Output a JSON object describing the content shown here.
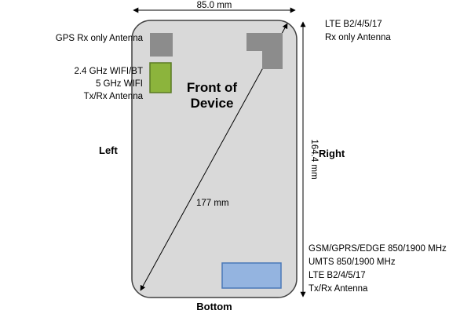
{
  "device": {
    "front_label_line1": "Front of",
    "front_label_line2": "Device"
  },
  "dimensions": {
    "width": "85.0 mm",
    "height": "164.4 mm",
    "diagonal": "177 mm"
  },
  "sides": {
    "left": "Left",
    "right": "Right",
    "bottom": "Bottom"
  },
  "antennas": {
    "gps": {
      "label": "GPS Rx only Antenna",
      "color": "#8c8c8c"
    },
    "wifi": {
      "label_lines": [
        "2.4 GHz WIFI/BT",
        "5 GHz WIFI",
        "Tx/Rx Antenna"
      ],
      "color": "#8cb43c",
      "border": "#5a7a24"
    },
    "lte_rx": {
      "label_lines": [
        "LTE B2/4/5/17",
        "Rx only Antenna"
      ],
      "color": "#8c8c8c"
    },
    "main": {
      "label_lines": [
        "GSM/GPRS/EDGE 850/1900 MHz",
        "UMTS 850/1900 MHz",
        "LTE B2/4/5/17",
        "Tx/Rx Antenna"
      ],
      "color": "#94b4e0",
      "border": "#4a78b8"
    }
  },
  "colors": {
    "device_fill": "#d9d9d9",
    "device_border": "#404040"
  }
}
